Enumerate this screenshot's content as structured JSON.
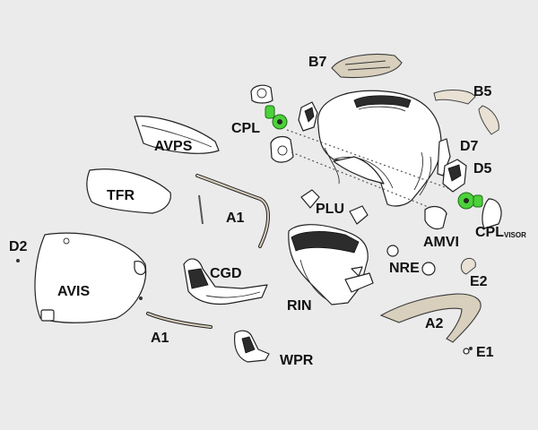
{
  "labels": {
    "b7": "B7",
    "b5": "B5",
    "cpl_left": "CPL",
    "avps": "AVPS",
    "d7": "D7",
    "d5": "D5",
    "tfr": "TFR",
    "a1_top": "A1",
    "plu": "PLU",
    "amvi": "AMVI",
    "cpl_right": "CPL",
    "cpl_right_sub": "VISOR",
    "d2": "D2",
    "cgd": "CGD",
    "nre": "NRE",
    "e2": "E2",
    "avis": "AVIS",
    "rin": "RIN",
    "a2": "A2",
    "a1_bottom": "A1",
    "wpr": "WPR",
    "e1": "E1"
  },
  "colors": {
    "background": "#ebebeb",
    "accent_green": "#4cd13a",
    "tan_parts": "#d9cfbd"
  }
}
